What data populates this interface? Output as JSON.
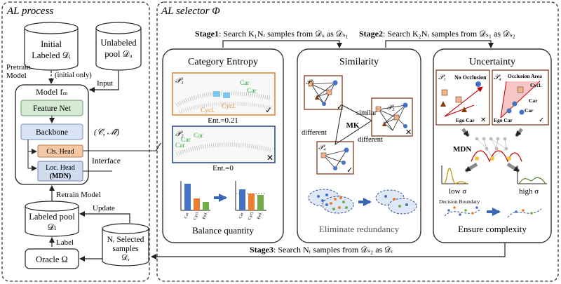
{
  "al_process": {
    "title": "AL process",
    "initial_labeled": [
      "Initial",
      "Labeled 𝒟ᵢ"
    ],
    "unlabeled_pool": [
      "Unlabeled",
      "pool 𝒟ᵤ"
    ],
    "pretrain_label": [
      "Pretrain",
      "Model"
    ],
    "initial_only": "(initial only)",
    "input_label": "Input",
    "model_title": "Model fₘ",
    "feature_net": "Feature Net",
    "backbone": "Backbone",
    "cls_head": "Cls. Head",
    "loc_head": "Loc. Head",
    "mdn": "(MDN)",
    "interface_symbols": "(𝒞̂, ℳ̂)",
    "interface_label": "Interface",
    "retrain_label": "Retrain Model",
    "update_label": "Update",
    "labeled_pool": [
      "Labeled pool",
      "𝒟ₗ"
    ],
    "label_label": "Label",
    "oracle": "Oracle Ω",
    "selected_samples": [
      "Nᵣ Selected",
      "samples",
      "𝒟ᵣ"
    ]
  },
  "al_selector": {
    "title": "AL selector Φ",
    "stage1_bold": "Stage1",
    "stage1_rest": ": Search K₁Nᵣ samples from 𝒟ᵤ as 𝒟ₛ₁",
    "stage2_bold": "Stage2",
    "stage2_rest": ": Search K₂Nᵣ samples from 𝒟ₛ₁ as 𝒟ₛ₂",
    "stage3_bold": "Stage3",
    "stage3_rest": ": Search Nᵣ samples from 𝒟ₛ₂ as 𝒟ᵣ"
  },
  "entropy": {
    "title": "Category Entropy",
    "p1": "𝒫₁",
    "p2": "𝒫₂",
    "labels_p1": [
      "Car",
      "Car",
      "Cycl.",
      "Cycl."
    ],
    "labels_p2": [
      "Car",
      "Car",
      "Car"
    ],
    "ent1": "Ent.=0.21",
    "ent2": "Ent.=0",
    "bar_ticks": [
      "Car",
      "Cycl.",
      "Ped."
    ],
    "footer": "Balance quantity"
  },
  "similarity": {
    "title": "Similarity",
    "p1": "𝒫₁",
    "p3": "𝒫₃",
    "p4": "𝒫₄",
    "mk": "MK",
    "similar": "similar",
    "different_left": "different",
    "different_right": "different",
    "footer": "Eliminate redundancy"
  },
  "uncertainty": {
    "title": "Uncertainty",
    "p1": "𝒫₁",
    "p4": "𝒫₄",
    "no_occlusion": "No Occlusion",
    "occlusion_area": "Occlusion Area",
    "cycl": "Cycl.",
    "car1": "Car",
    "car2": "Car",
    "ego_car": "Ego Car",
    "ego_car2": "Ego Car",
    "mdn": "MDN",
    "low_sigma": "low σ",
    "high_sigma": "high σ",
    "decision_boundary": "Decision Boundary",
    "footer": "Ensure complexity"
  },
  "colors": {
    "feature_fill": "#d6ebd3",
    "feature_stroke": "#6b9a6a",
    "backbone_fill": "#d9e3f3",
    "cls_fill": "#f6c9a6",
    "loc_fill": "#cfdcee",
    "panel_stroke": "#333333",
    "orange_frame": "#e08a3c",
    "blue_bar": "#4472c4",
    "orange_bar": "#ed7d31",
    "green_bar": "#70ad47",
    "red_line": "#c00000",
    "footer_gray": "#555555"
  }
}
